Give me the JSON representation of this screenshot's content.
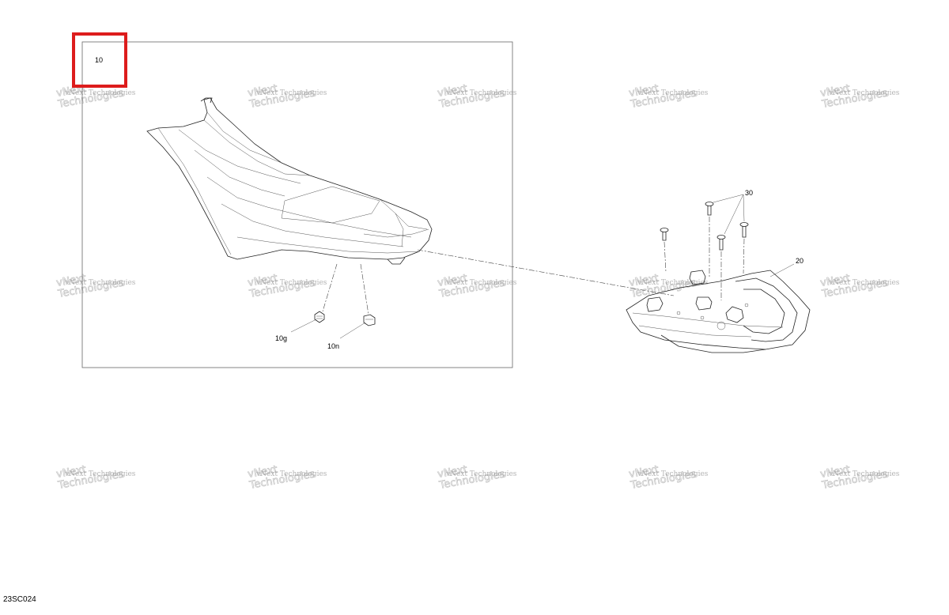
{
  "labels": {
    "frame_callout": "10",
    "fastener_g": "10g",
    "fastener_n": "10n",
    "rack": "20",
    "screws": "30",
    "diagram_code": "23SC024"
  },
  "watermark": {
    "line1": "vNext",
    "line2": "Technologies",
    "overlay": "vNext Technologies"
  },
  "colors": {
    "highlight": "#dd1c1c",
    "line": "#222222",
    "frame": "#666666"
  }
}
